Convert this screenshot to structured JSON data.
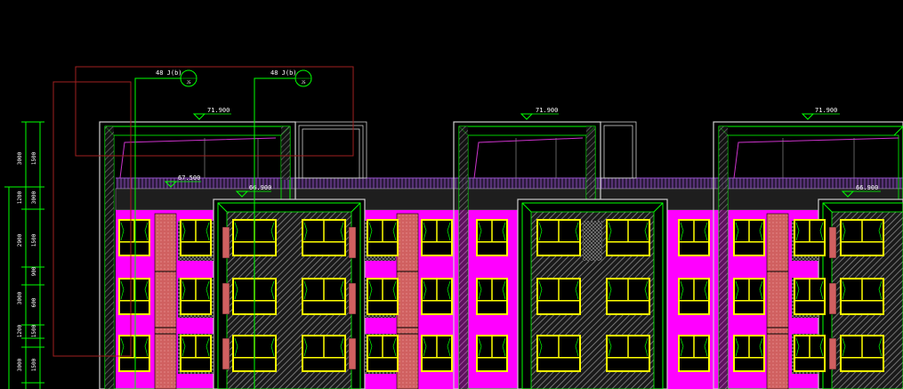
{
  "colors": {
    "background": "#000000",
    "wall_outline": "#d0d0d0",
    "frame_green": "#00ff00",
    "window_yellow": "#ffff00",
    "wall_magenta": "#ff00ff",
    "column_brick": "#d06060",
    "hatch_gray": "#8a8a8a",
    "leader_red": "#a02020",
    "roof_line_magenta": "#cc33cc",
    "parapet_purple": "#9955cc",
    "dim_white": "#ffffff"
  },
  "elevation_marks": [
    {
      "id": "roof-1",
      "text": "71.900"
    },
    {
      "id": "roof-2",
      "text": "71.900"
    },
    {
      "id": "roof-3",
      "text": "71.900"
    },
    {
      "id": "step-1",
      "text": "67.500"
    },
    {
      "id": "step-2",
      "text": "66.900"
    },
    {
      "id": "step-3",
      "text": "66.900"
    }
  ],
  "callouts": [
    {
      "id": "detail-a",
      "label": "48 J(b)",
      "sheet": "JS"
    },
    {
      "id": "detail-b",
      "label": "48 J(b)",
      "sheet": "JS"
    }
  ],
  "dimension_texts": [
    "3000",
    "1200",
    "2900",
    "3000",
    "1200",
    "3000",
    "1500",
    "3000",
    "1500",
    "900",
    "600",
    "1500",
    "1500"
  ],
  "icons": {
    "callout": "detail-callout-circle-icon",
    "elevation": "elevation-triangle-icon"
  }
}
